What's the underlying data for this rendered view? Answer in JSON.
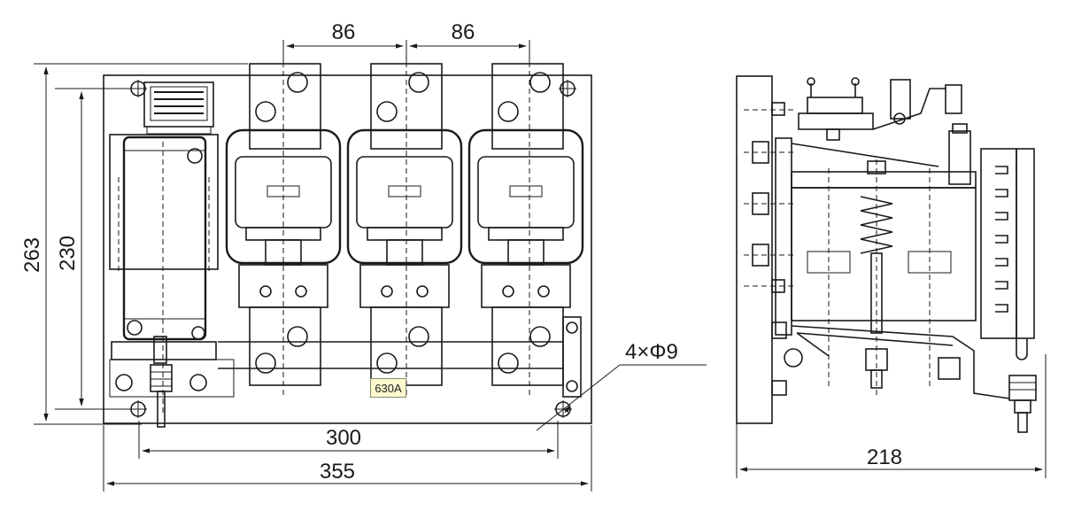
{
  "front_view": {
    "dim_pitch_left": "86",
    "dim_pitch_right": "86",
    "dim_height_overall": "263",
    "dim_height_mount": "230",
    "dim_width_mount": "300",
    "dim_width_overall": "355",
    "hole_callout": "4×Φ9",
    "current_badge": "630A"
  },
  "side_view": {
    "dim_depth": "218"
  }
}
